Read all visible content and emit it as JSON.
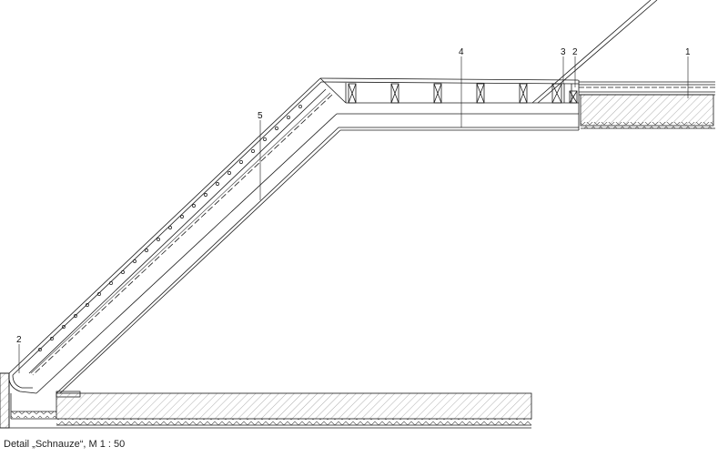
{
  "caption": "Detail „Schnauze“, M 1 : 50",
  "callouts": {
    "c1": "1",
    "c2_top": "2",
    "c3": "3",
    "c4": "4",
    "c5": "5",
    "c2_bottom": "2"
  },
  "colors": {
    "line": "#1a1a1a",
    "hatch": "#555555"
  }
}
